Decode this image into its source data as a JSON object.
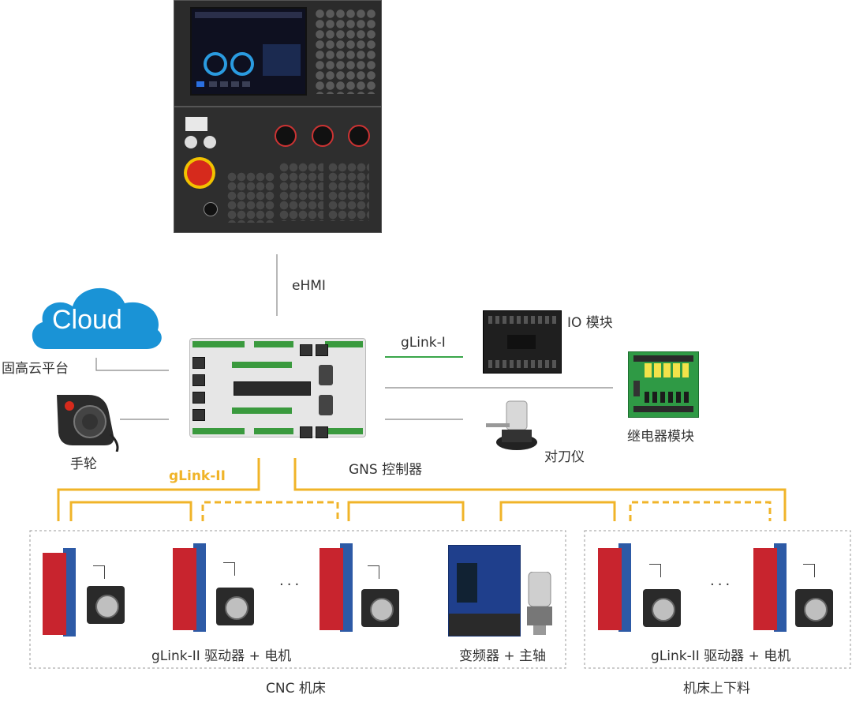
{
  "labels": {
    "ehmi": "eHMI",
    "cloud": "Cloud",
    "cloud_platform": "固高云平台",
    "handwheel": "手轮",
    "glink1": "gLink-I",
    "io_module": "IO 模块",
    "relay_module": "继电器模块",
    "tool_setter": "对刀仪",
    "controller": "GNS 控制器",
    "glink2": "gLink-II",
    "drive_motor_left": "gLink-II 驱动器 + 电机",
    "inverter_spindle": "变频器 + 主轴",
    "drive_motor_right": "gLink-II 驱动器 + 电机",
    "group_cnc": "CNC 机床",
    "group_loading": "机床上下料",
    "ellipsis": "···"
  },
  "colors": {
    "bus": "#f0b429",
    "glink1_line": "#3aa64a",
    "cloud": "#1a93d6",
    "line": "#888888"
  },
  "icons": [
    "cloud-icon",
    "handwheel-icon",
    "cnc-panel-icon",
    "controller-icon",
    "io-module-icon",
    "relay-module-icon",
    "tool-setter-icon",
    "servo-drive-icon",
    "servo-motor-icon",
    "inverter-icon",
    "spindle-icon"
  ]
}
